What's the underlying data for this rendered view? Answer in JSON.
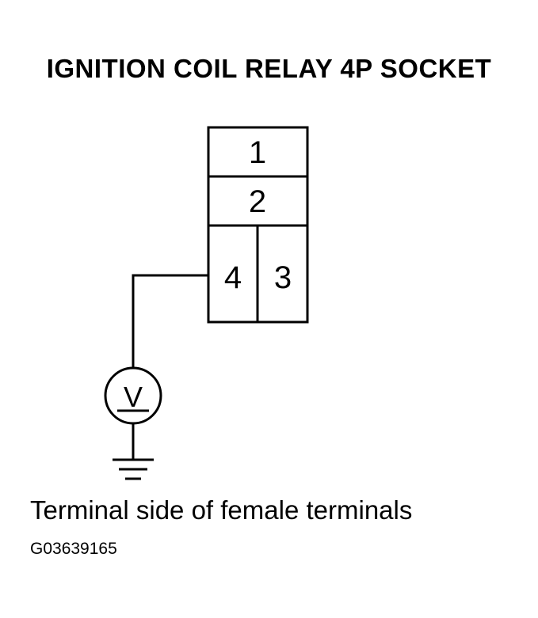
{
  "title": "IGNITION COIL RELAY 4P SOCKET",
  "terminals": [
    {
      "number": "1"
    },
    {
      "number": "2"
    },
    {
      "number": "4"
    },
    {
      "number": "3"
    }
  ],
  "meter": {
    "symbol": "V",
    "icon": "voltmeter-icon"
  },
  "ground": {
    "icon": "ground-icon"
  },
  "caption": "Terminal side of female terminals",
  "figure_id": "G03639165"
}
